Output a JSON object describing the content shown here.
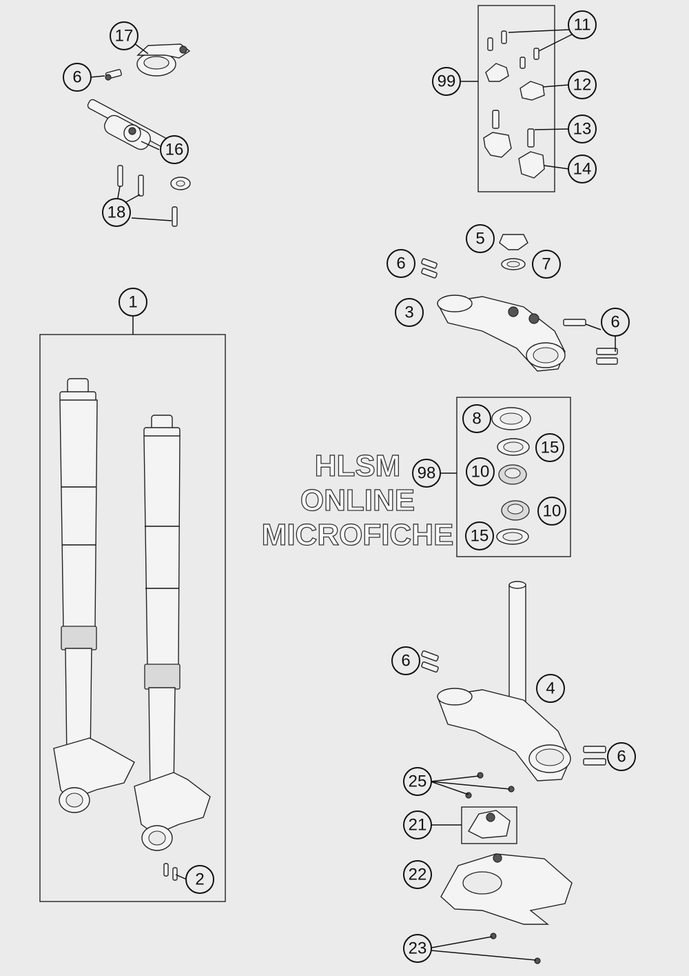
{
  "watermark": {
    "line1": "HLSM",
    "line2": "ONLINE",
    "line3": "MICROFICHE"
  },
  "callouts": {
    "c1": "1",
    "c2": "2",
    "c3": "3",
    "c4": "4",
    "c5": "5",
    "c6a": "6",
    "c6b": "6",
    "c6c": "6",
    "c6d": "6",
    "c6e": "6",
    "c7": "7",
    "c8": "8",
    "c10a": "10",
    "c10b": "10",
    "c11": "11",
    "c12": "12",
    "c13": "13",
    "c14": "14",
    "c15a": "15",
    "c15b": "15",
    "c16": "16",
    "c17": "17",
    "c18": "18",
    "c21": "21",
    "c22": "22",
    "c23": "23",
    "c25": "25",
    "c98": "98",
    "c99": "99"
  }
}
